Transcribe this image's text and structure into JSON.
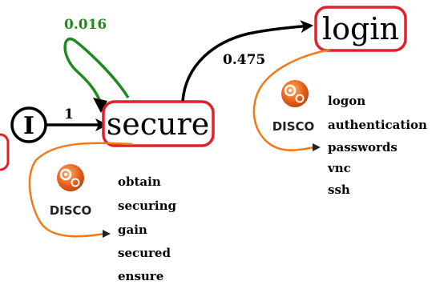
{
  "diagram": {
    "initial": {
      "label": "I"
    },
    "nodes": {
      "secure": {
        "label": "secure"
      },
      "login": {
        "label": "login"
      }
    },
    "edges": {
      "initial_to_secure": {
        "label": "1"
      },
      "secure_self_loop": {
        "label": "0.016",
        "color": "#1f8a1f"
      },
      "secure_to_login": {
        "label": "0.475"
      }
    },
    "disco_panels": [
      {
        "attached_to": "secure",
        "brand": "DISCO",
        "words": [
          "obtain",
          "securing",
          "gain",
          "secured",
          "ensure"
        ]
      },
      {
        "attached_to": "login",
        "brand": "DISCO",
        "words": [
          "logon",
          "authentication",
          "passwords",
          "vnc",
          "ssh"
        ]
      }
    ],
    "colors": {
      "node_border": "#e0202a",
      "edge": "#000000",
      "loop_edge": "#1f8a1f",
      "disco_arrow": "#f07a1a",
      "disco_icon": "#e8611a"
    }
  }
}
